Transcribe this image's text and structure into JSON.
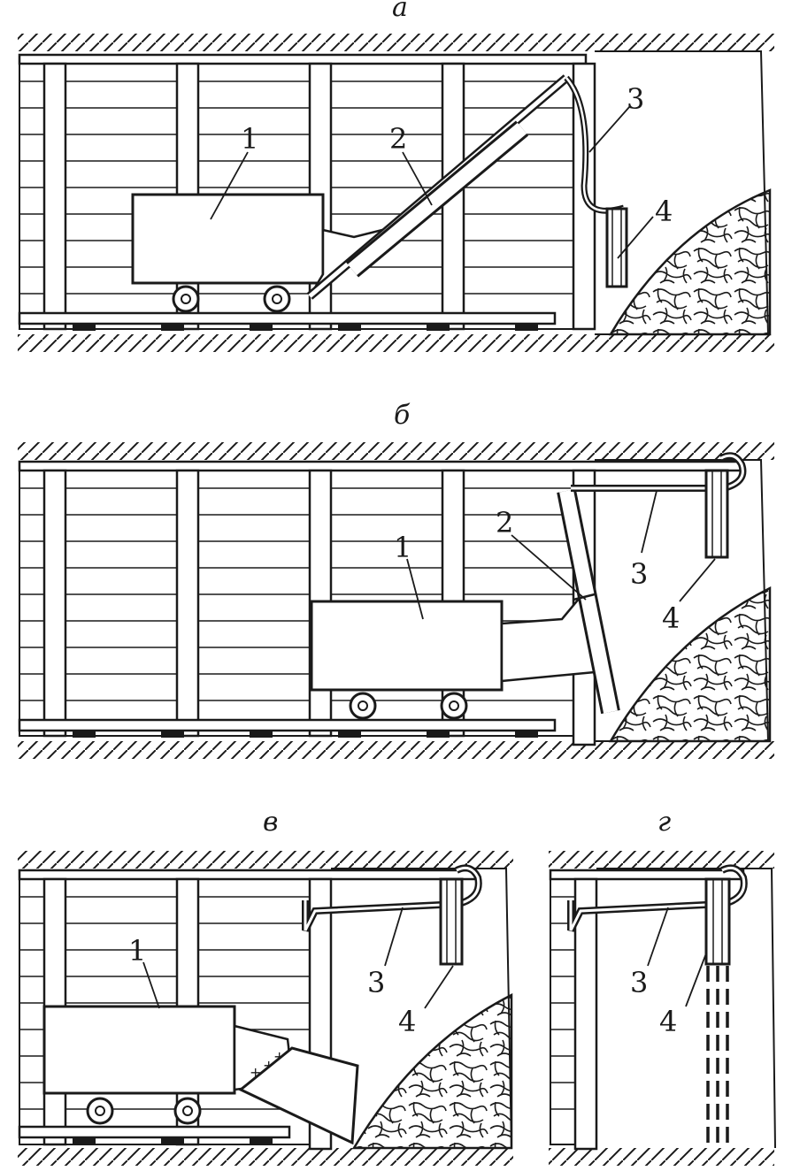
{
  "panels": [
    {
      "id": "a",
      "label": "а",
      "callouts": [
        "1",
        "2",
        "3",
        "4"
      ]
    },
    {
      "id": "b",
      "label": "б",
      "callouts": [
        "1",
        "2",
        "3",
        "4"
      ]
    },
    {
      "id": "v",
      "label": "в",
      "callouts": [
        "1",
        "3",
        "4"
      ]
    },
    {
      "id": "g",
      "label": "г",
      "callouts": [
        "3",
        "4"
      ]
    }
  ],
  "colors": {
    "line": "#1a1a1a",
    "background": "#ffffff"
  }
}
